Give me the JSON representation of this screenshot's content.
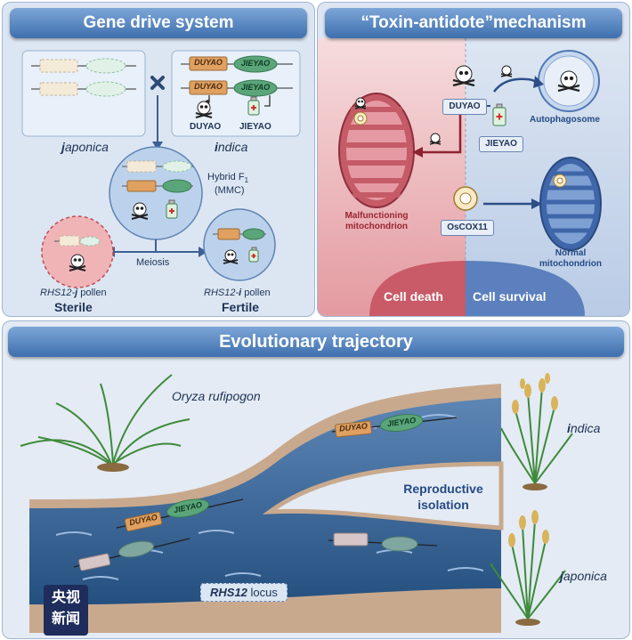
{
  "panel_gene_drive": {
    "title": "Gene drive system",
    "duyao": "DUYAO",
    "jieyao": "JIEYAO",
    "duyao_caption": "DUYAO",
    "jieyao_caption": "JIEYAO",
    "japonica_j": "j",
    "japonica_rest": "aponica",
    "indica_i": "i",
    "indica_rest": "ndica",
    "hybrid_label": "Hybrid F",
    "hybrid_sub": "1",
    "hybrid_mmc": "(MMC)",
    "meiosis": "Meiosis",
    "left_pollen_prefix": "RHS12-",
    "left_pollen_letter": "j",
    "left_pollen_suffix": " pollen",
    "right_pollen_prefix": "RHS12-",
    "right_pollen_letter": "i",
    "right_pollen_suffix": " pollen",
    "sterile": "Sterile",
    "fertile": "Fertile"
  },
  "panel_mechanism": {
    "title": "“Toxin-antidote”mechanism",
    "duyao": "DUYAO",
    "jieyao": "JIEYAO",
    "oscox11": "OsCOX11",
    "autophagosome": "Autophagosome",
    "malfunctioning_line1": "Malfunctioning",
    "malfunctioning_line2": "mitochondrion",
    "normal_line1": "Normal",
    "normal_line2": "mitochondrion",
    "cell_death": "Cell death",
    "cell_survival": "Cell survival"
  },
  "panel_evolution": {
    "title": "Evolutionary trajectory",
    "oryza": "Oryza rufipogon",
    "indica_i": "i",
    "indica_rest": "ndica",
    "japonica_j": "j",
    "japonica_rest": "aponica",
    "reproductive_line1": "Reproductive",
    "reproductive_line2": "isolation",
    "rhs12": "RHS12",
    "locus": " locus",
    "duyao": "DUYAO",
    "jieyao": "JIEYAO"
  },
  "watermark": {
    "line1": "央视",
    "line2": "新闻"
  },
  "colors": {
    "header": "#4f7fbf",
    "panel_bg": "#dde7f3",
    "duyao": "#e0a060",
    "jieyao": "#5aa57a",
    "death_red": "#cf6a73",
    "survival_blue": "#6c8fc9",
    "river": "#2f5d8e"
  }
}
